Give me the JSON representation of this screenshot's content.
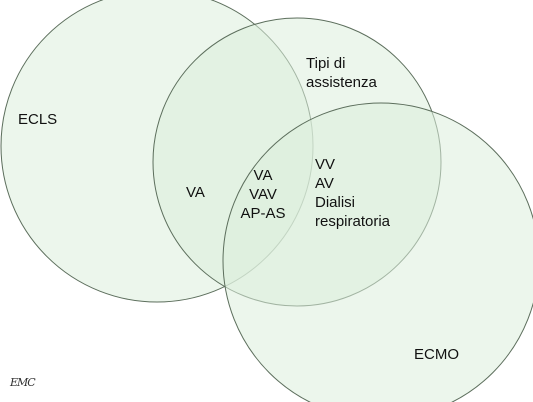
{
  "diagram": {
    "fill_color": "#ddeedd",
    "stroke_color": "#5c6e5c",
    "sets": [
      {
        "id": "ecls",
        "label": "ECLS"
      },
      {
        "id": "tipi",
        "label_lines": [
          "Tipi di",
          "assistenza"
        ]
      },
      {
        "id": "ecmo",
        "label": "ECMO"
      }
    ],
    "regions": {
      "ecls_tipi": "VA",
      "ecls_tipi_ecmo": [
        "VA",
        "VAV",
        "AP-AS"
      ],
      "tipi_ecmo": [
        "VV",
        "AV",
        "Dialisi",
        "respiratoria"
      ]
    }
  },
  "logo": {
    "text": "EMC"
  }
}
